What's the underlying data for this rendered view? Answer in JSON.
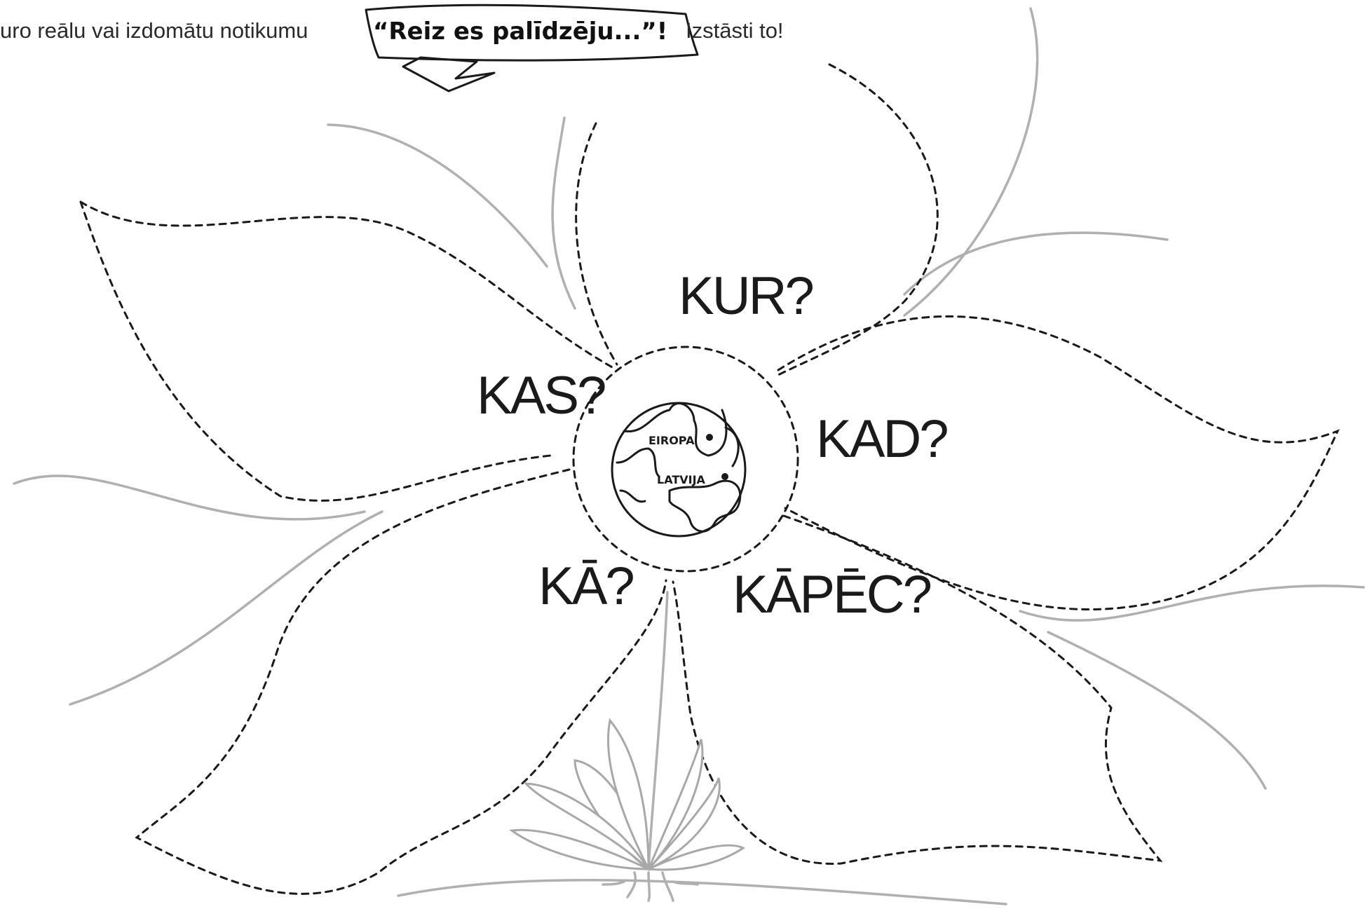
{
  "instruction": {
    "before": "uro reālu vai izdomātu notikumu",
    "banner": "“Reiz es palīdzēju...”!",
    "after": "Izstāsti to!"
  },
  "questions": {
    "kur": "KUR?",
    "kas": "KAS?",
    "kad": "KAD?",
    "ka": "KĀ?",
    "kapec": "KĀPĒC?"
  },
  "globe": {
    "europe": "EIROPA",
    "latvia": "LATVIJA"
  },
  "icons": [
    "globe-icon",
    "plant-icon",
    "banner-ribbon-icon"
  ]
}
